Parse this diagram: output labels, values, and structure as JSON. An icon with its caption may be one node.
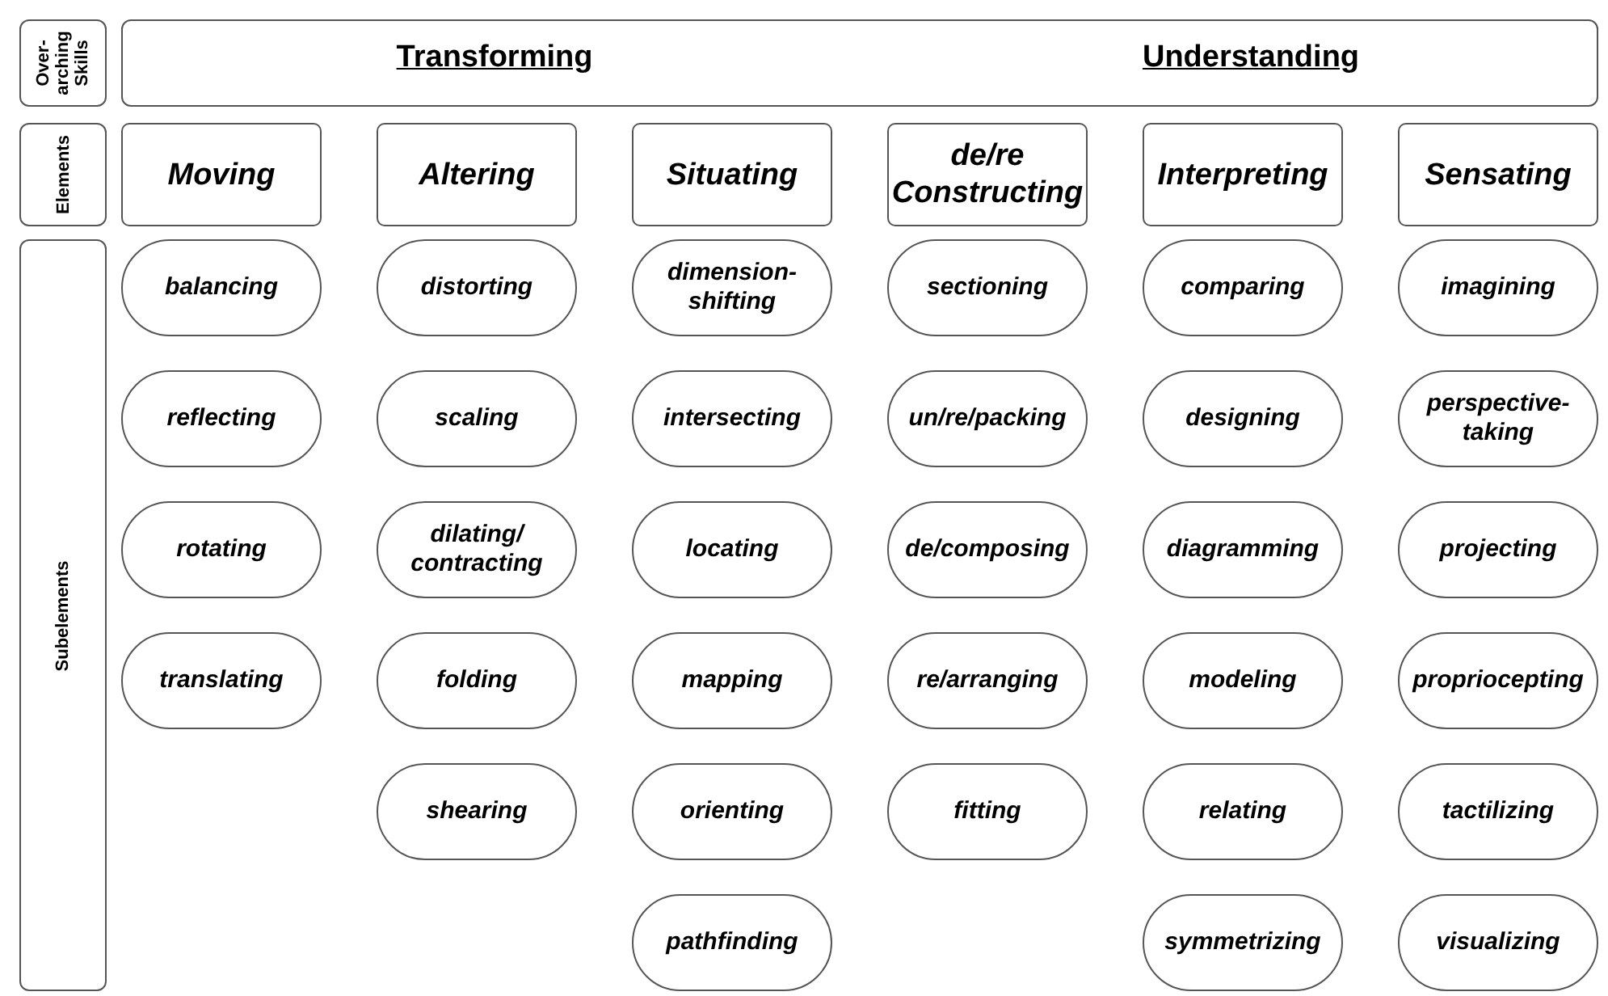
{
  "diagram": {
    "nodes": [
      {
        "text": [
          "Over- arching Skills"
        ]
      },
      {
        "text": [
          "Elements"
        ]
      },
      {
        "text": [
          "Subelements"
        ]
      },
      {
        "text": [
          "Transforming",
          "Understanding"
        ]
      },
      {
        "text": [
          "Moving"
        ]
      },
      {
        "text": [
          "Altering"
        ]
      },
      {
        "text": [
          "Situating"
        ]
      },
      {
        "text": [
          "de/re Constructing"
        ]
      },
      {
        "text": [
          "Interpreting"
        ]
      },
      {
        "text": [
          "Sensating"
        ]
      },
      {
        "text": [
          "balancing"
        ]
      },
      {
        "text": [
          "reflecting"
        ]
      },
      {
        "text": [
          "rotating"
        ]
      },
      {
        "text": [
          "translating"
        ]
      },
      {
        "text": [
          "distorting"
        ]
      },
      {
        "text": [
          "scaling"
        ]
      },
      {
        "text": [
          "dilating/ contracting"
        ]
      },
      {
        "text": [
          "folding"
        ]
      },
      {
        "text": [
          "shearing"
        ]
      },
      {
        "text": [
          "dimension- shifting"
        ]
      },
      {
        "text": [
          "intersecting"
        ]
      },
      {
        "text": [
          "locating"
        ]
      },
      {
        "text": [
          "mapping"
        ]
      },
      {
        "text": [
          "orienting"
        ]
      },
      {
        "text": [
          "pathfinding"
        ]
      },
      {
        "text": [
          "sectioning"
        ]
      },
      {
        "text": [
          "un/re/packing"
        ]
      },
      {
        "text": [
          "de/composing"
        ]
      },
      {
        "text": [
          "re/arranging"
        ]
      },
      {
        "text": [
          "fitting"
        ]
      },
      {
        "text": [
          "comparing"
        ]
      },
      {
        "text": [
          "designing"
        ]
      },
      {
        "text": [
          "diagramming"
        ]
      },
      {
        "text": [
          "modeling"
        ]
      },
      {
        "text": [
          "relating"
        ]
      },
      {
        "text": [
          "symmetrizing"
        ]
      },
      {
        "text": [
          "imagining"
        ]
      },
      {
        "text": [
          "perspective- taking"
        ]
      },
      {
        "text": [
          "projecting"
        ]
      },
      {
        "text": [
          "propriocepting"
        ]
      },
      {
        "text": [
          "tactilizing"
        ]
      },
      {
        "text": [
          "visualizing"
        ]
      }
    ]
  }
}
